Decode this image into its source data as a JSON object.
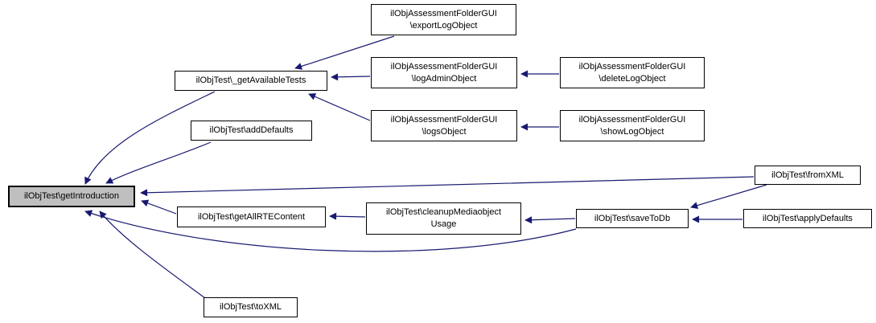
{
  "diagram": {
    "type": "doxygen-caller-graph",
    "background_color": "#ffffff",
    "node_fill_color": "#ffffff",
    "node_border_color": "#000000",
    "highlight_fill_color": "#bfbfbf",
    "edge_color": "#191970",
    "nodes": [
      {
        "id": "getIntroduction",
        "label": "ilObjTest\\getIntroduction",
        "highlighted": true
      },
      {
        "id": "_getAvailableTests",
        "label": "ilObjTest\\_getAvailableTests",
        "highlighted": false
      },
      {
        "id": "addDefaults",
        "label": "ilObjTest\\addDefaults",
        "highlighted": false
      },
      {
        "id": "getAllRTEContent",
        "label": "ilObjTest\\getAllRTEContent",
        "highlighted": false
      },
      {
        "id": "toXML",
        "label": "ilObjTest\\toXML",
        "highlighted": false
      },
      {
        "id": "exportLogObject",
        "label": "ilObjAssessmentFolderGUI\n\\exportLogObject",
        "highlighted": false
      },
      {
        "id": "logAdminObject",
        "label": "ilObjAssessmentFolderGUI\n\\logAdminObject",
        "highlighted": false
      },
      {
        "id": "logsObject",
        "label": "ilObjAssessmentFolderGUI\n\\logsObject",
        "highlighted": false
      },
      {
        "id": "deleteLogObject",
        "label": "ilObjAssessmentFolderGUI\n\\deleteLogObject",
        "highlighted": false
      },
      {
        "id": "showLogObject",
        "label": "ilObjAssessmentFolderGUI\n\\showLogObject",
        "highlighted": false
      },
      {
        "id": "cleanupMediaobjectUsage",
        "label": "ilObjTest\\cleanupMediaobject\nUsage",
        "highlighted": false
      },
      {
        "id": "saveToDb",
        "label": "ilObjTest\\saveToDb",
        "highlighted": false
      },
      {
        "id": "fromXML",
        "label": "ilObjTest\\fromXML",
        "highlighted": false
      },
      {
        "id": "applyDefaults",
        "label": "ilObjTest\\applyDefaults",
        "highlighted": false
      }
    ],
    "edges": [
      {
        "from": "exportLogObject",
        "to": "_getAvailableTests"
      },
      {
        "from": "logAdminObject",
        "to": "_getAvailableTests"
      },
      {
        "from": "logsObject",
        "to": "_getAvailableTests"
      },
      {
        "from": "deleteLogObject",
        "to": "logAdminObject"
      },
      {
        "from": "showLogObject",
        "to": "logsObject"
      },
      {
        "from": "_getAvailableTests",
        "to": "getIntroduction"
      },
      {
        "from": "addDefaults",
        "to": "getIntroduction"
      },
      {
        "from": "fromXML",
        "to": "getIntroduction"
      },
      {
        "from": "getAllRTEContent",
        "to": "getIntroduction"
      },
      {
        "from": "cleanupMediaobjectUsage",
        "to": "getAllRTEContent"
      },
      {
        "from": "saveToDb",
        "to": "cleanupMediaobjectUsage"
      },
      {
        "from": "saveToDb",
        "to": "getIntroduction"
      },
      {
        "from": "fromXML",
        "to": "saveToDb"
      },
      {
        "from": "applyDefaults",
        "to": "saveToDb"
      },
      {
        "from": "toXML",
        "to": "getIntroduction"
      }
    ]
  }
}
